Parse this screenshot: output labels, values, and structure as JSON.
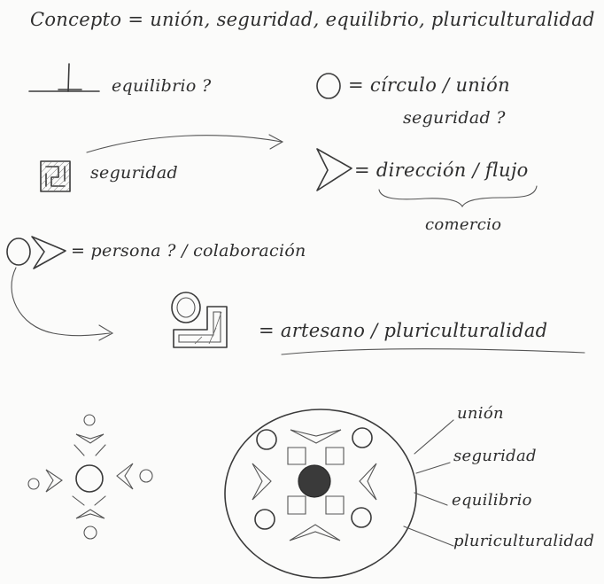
{
  "sketch": {
    "title": "Concepto = unión, seguridad, equilibrio, pluriculturalidad",
    "equilibrium_label": "equilibrio ?",
    "circle_label_1": "= círculo / unión",
    "circle_label_2": "seguridad ?",
    "security_label": "seguridad",
    "arrow_label": "= dirección / flujo",
    "commerce_label": "comercio",
    "person_label": "= persona ? / colaboración",
    "artisan_label": "= artesano / pluriculturalidad",
    "concept_labels": [
      "unión",
      "seguridad",
      "equilibrio",
      "pluriculturalidad"
    ]
  }
}
